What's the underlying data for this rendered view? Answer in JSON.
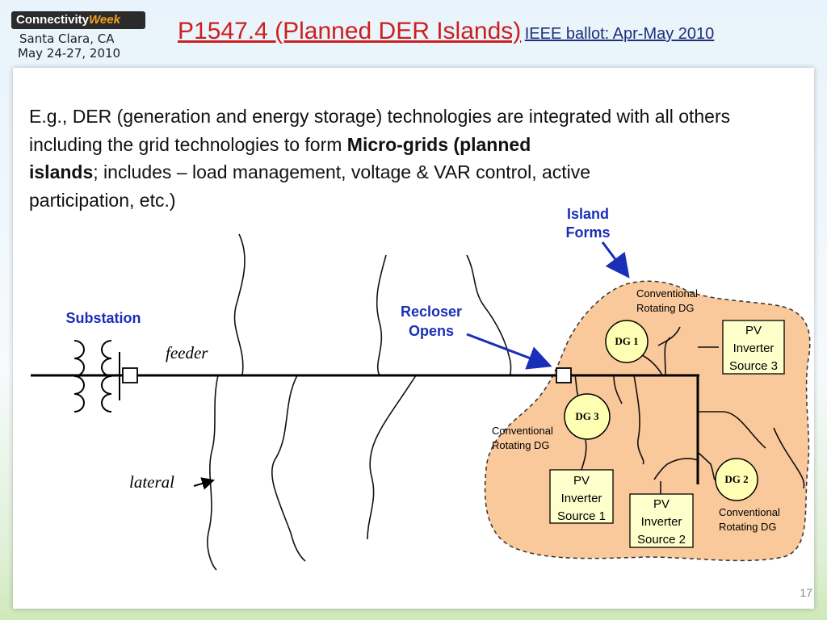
{
  "logo": {
    "brand_main": "Connectivity",
    "brand_accent": "Week",
    "location": "Santa Clara, CA",
    "dates": "May 24-27, 2010"
  },
  "title": {
    "main": "P1547.4 (Planned DER Islands)",
    "sub": "IEEE ballot: Apr-May 2010"
  },
  "body": {
    "text_before": "E.g., DER (generation and energy storage) technologies are integrated with all others including the grid technologies to form ",
    "bold_1": "Micro-grids (planned",
    "bold_2": "islands",
    "text_after_1": "; includes – load management, voltage  & VAR control, active",
    "text_after_2": "participation, etc.)"
  },
  "diagram": {
    "substation_label": "Substation",
    "feeder_label": "feeder",
    "lateral_label": "lateral",
    "recloser_label_1": "Recloser",
    "recloser_label_2": "Opens",
    "island_label_1": "Island",
    "island_label_2": "Forms",
    "dg1": "DG 1",
    "dg2": "DG 2",
    "dg3": "DG 3",
    "conv_top_1": "Conventional",
    "conv_top_2": "Rotating DG",
    "conv_left_1": "Conventional",
    "conv_left_2": "Rotating DG",
    "conv_right_1": "Conventional",
    "conv_right_2": "Rotating DG",
    "pv3_1": "PV",
    "pv3_2": "Inverter",
    "pv3_3": "Source 3",
    "pv1_1": "PV",
    "pv1_2": "Inverter",
    "pv1_3": "Source 1",
    "pv2_1": "PV",
    "pv2_2": "Inverter",
    "pv2_3": "Source 2",
    "colors": {
      "island_fill": "#f9c89b",
      "dg_fill": "#ffffb3",
      "pv_fill": "#ffffcc",
      "label_blue": "#1a2fb8"
    }
  },
  "page_number": "17"
}
